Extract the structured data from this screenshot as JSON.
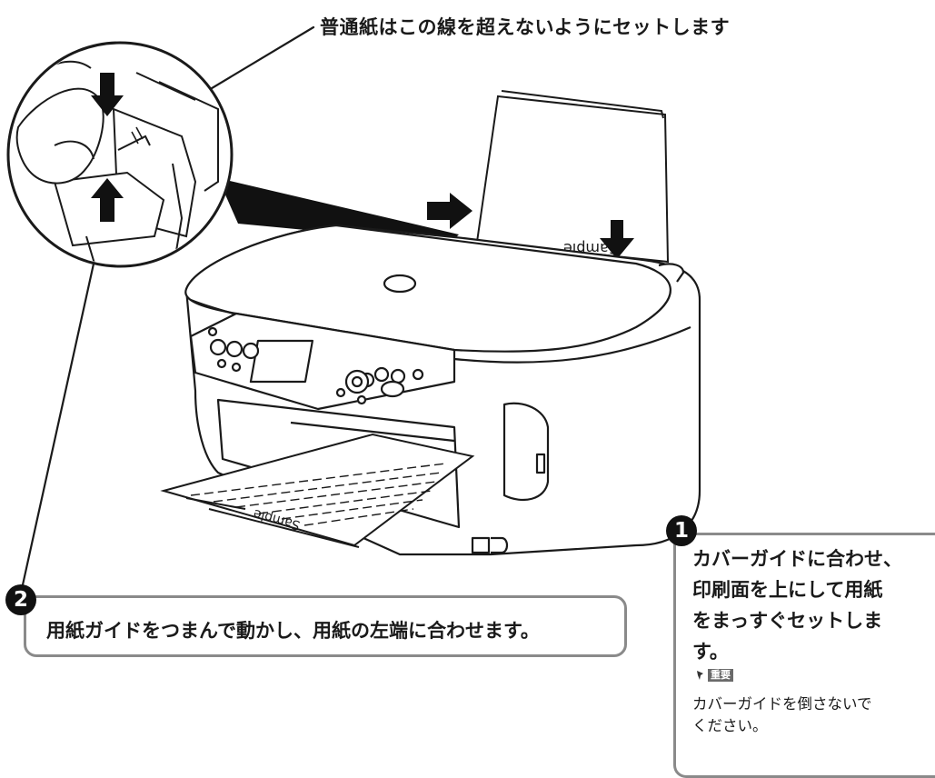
{
  "top_callout": "普通紙はこの線を超えないようにセットします",
  "step1": {
    "number": "1",
    "lines": [
      "カバーガイドに合わせ、",
      "印刷面を上にして用紙",
      "をまっすぐセットしま",
      "す。"
    ],
    "important_label": "重要",
    "note_lines": [
      "カバーガイドを倒さないで",
      "ください。"
    ]
  },
  "step2": {
    "number": "2",
    "text": "用紙ガイドをつまんで動かし、用紙の左端に合わせます。"
  },
  "illustration": {
    "paper_label": "Sample",
    "icons": [
      "hand-icon",
      "arrow-down-icon",
      "arrow-up-icon",
      "arrow-right-icon",
      "printer-illustration"
    ]
  }
}
